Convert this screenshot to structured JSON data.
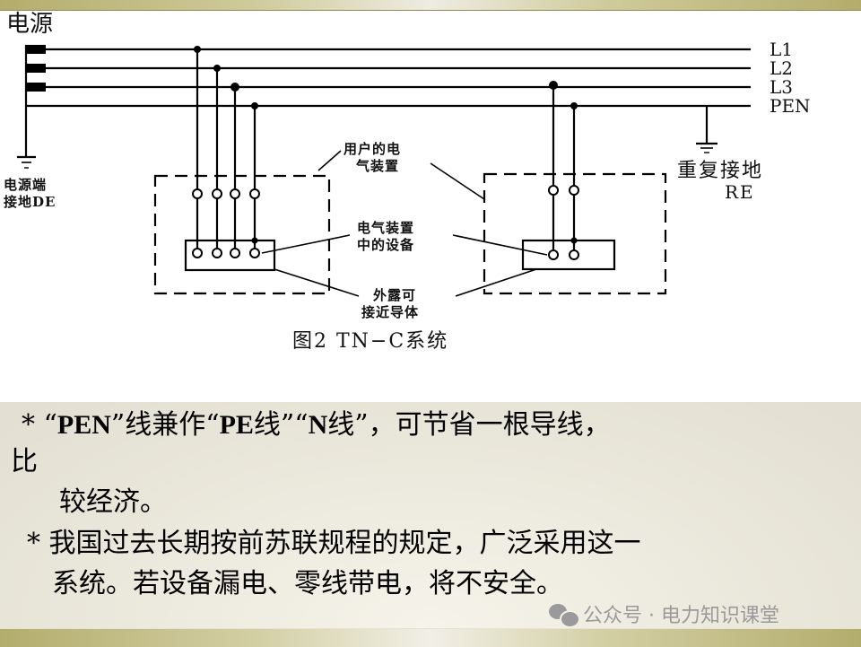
{
  "diagram": {
    "source_label": "电源",
    "line_labels": [
      "L1",
      "L2",
      "L3",
      "PEN"
    ],
    "source_ground_label_line1": "电源端",
    "source_ground_label_line2": "接地DE",
    "repeat_ground_label": "重复接地",
    "repeat_ground_code": "RE",
    "callout_user_installation_line1": "用户的电",
    "callout_user_installation_line2": "气装置",
    "callout_equipment_line1": "电气装置",
    "callout_equipment_line2": "中的设备",
    "callout_exposed_conductor_line1": "外露可",
    "callout_exposed_conductor_line2": "接近导体",
    "caption": "图2  TN−C系统"
  },
  "body_text": {
    "bullet1_star": "*",
    "bullet1_q1": "“",
    "bullet1_pen": "PEN",
    "bullet1_q2": "”线兼作“",
    "bullet1_pe": "PE",
    "bullet1_q3": "线”“",
    "bullet1_n": "N",
    "bullet1_q4": "线”，可节省一根导线，",
    "bullet1_wrap": "比",
    "bullet1_cont": "较经济。",
    "bullet2_star": "*",
    "bullet2_line1": "我国过去长期按前苏联规程的规定，广泛采用这一",
    "bullet2_line2": "系统。若设备漏电、零线带电，将不安全。"
  },
  "watermark": {
    "icon": "wechat-icon",
    "text": "公众号 · 电力知识课堂"
  },
  "colors": {
    "band": "#b3ad6c",
    "ink": "#111111",
    "watermark": "#9a9a9a"
  }
}
